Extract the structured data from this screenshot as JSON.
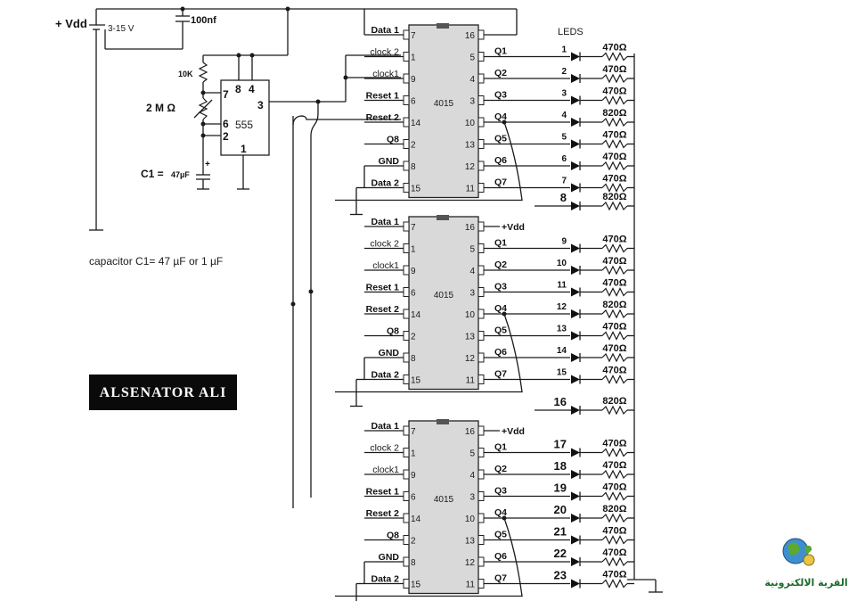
{
  "supply": {
    "label": "+ Vdd",
    "range": "3-15 V",
    "cap": "100nf"
  },
  "timer": {
    "name": "555",
    "r1": "10K",
    "pot": "2 M Ω",
    "c1": "C1 =",
    "c1_value": "47µF",
    "c1_polarity": "+",
    "pins": {
      "p8": "8",
      "p4": "4",
      "p7": "7",
      "p3": "3",
      "p6": "6",
      "p2": "2",
      "p1": "1"
    }
  },
  "note": "capacitor C1= 47 µF or 1 µF",
  "watermark": "ALSENATOR ALI",
  "leds_title": "LEDS",
  "chip": {
    "name": "4015",
    "left_labels": [
      "Data 1",
      "clock 2",
      "clock1",
      "Reset 1",
      "Reset 2",
      "Q8",
      "GND",
      "Data 2"
    ],
    "left_pins": [
      "7",
      "1",
      "9",
      "6",
      "14",
      "2",
      "8",
      "15"
    ],
    "right_pins": [
      "16",
      "5",
      "4",
      "3",
      "10",
      "13",
      "12",
      "11"
    ],
    "outputs": [
      "Q1",
      "Q2",
      "Q3",
      "Q4",
      "Q5",
      "Q6",
      "Q7"
    ],
    "vdd": "+Vdd"
  },
  "led_numbers": [
    "1",
    "2",
    "3",
    "4",
    "5",
    "6",
    "7",
    "8",
    "9",
    "10",
    "11",
    "12",
    "13",
    "14",
    "15",
    "16",
    "17",
    "18",
    "19",
    "20",
    "21",
    "22",
    "23"
  ],
  "resistors": [
    "470Ω",
    "470Ω",
    "470Ω",
    "820Ω",
    "470Ω",
    "470Ω",
    "470Ω",
    "820Ω",
    "470Ω",
    "470Ω",
    "470Ω",
    "820Ω",
    "470Ω",
    "470Ω",
    "470Ω",
    "820Ω",
    "470Ω",
    "470Ω",
    "470Ω",
    "820Ω",
    "470Ω",
    "470Ω",
    "470Ω"
  ],
  "logo_text": "القرية الالكترونية"
}
